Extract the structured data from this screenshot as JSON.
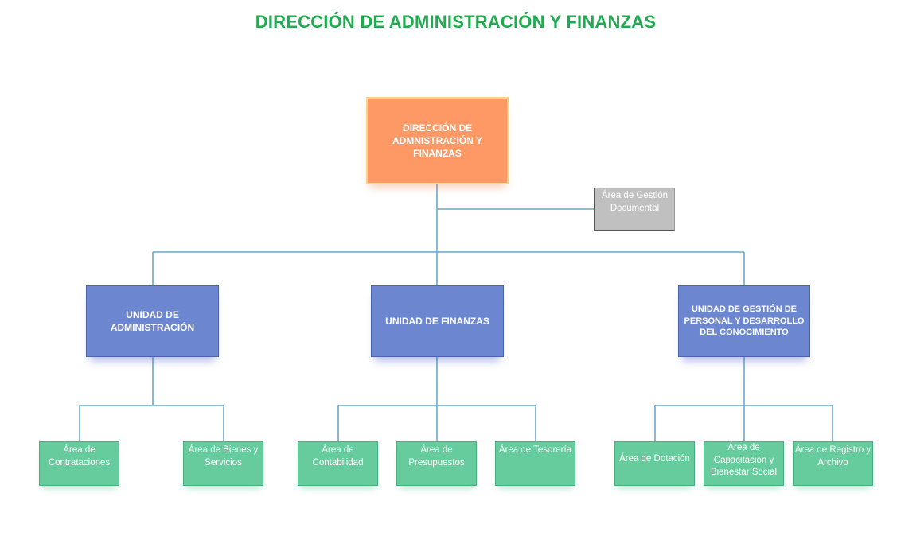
{
  "title": "DIRECCIÓN DE ADMINISTRACIÓN Y FINANZAS",
  "colors": {
    "title": "#1fab4f",
    "top_box": "#fe9966",
    "doc_box": "#c0c0c0",
    "unit_box": "#6c86d0",
    "area_box": "#66cc9e",
    "connector": "#6aa9c6"
  },
  "top": {
    "label": "DIRECCIÓN DE ADMNISTRACIÓN Y FINANZAS"
  },
  "staff": {
    "label": "Área de Gestión Documental"
  },
  "units": [
    {
      "label": "UNIDAD DE ADMINISTRACIÓN",
      "areas": [
        "Área de Contrataciones",
        "Área de Bienes y Servicios"
      ]
    },
    {
      "label": "UNIDAD DE FINANZAS",
      "areas": [
        "Área de Contabilidad",
        "Área de Presupuestos",
        "Área de Tesorería"
      ]
    },
    {
      "label": "UNIDAD DE GESTIÓN DE PERSONAL Y DESARROLLO DEL CONOCIMIENTO",
      "areas": [
        "Área de Dotación",
        "Área de Capacitación y Bienestar Social",
        "Área de Registro y Archivo"
      ]
    }
  ]
}
